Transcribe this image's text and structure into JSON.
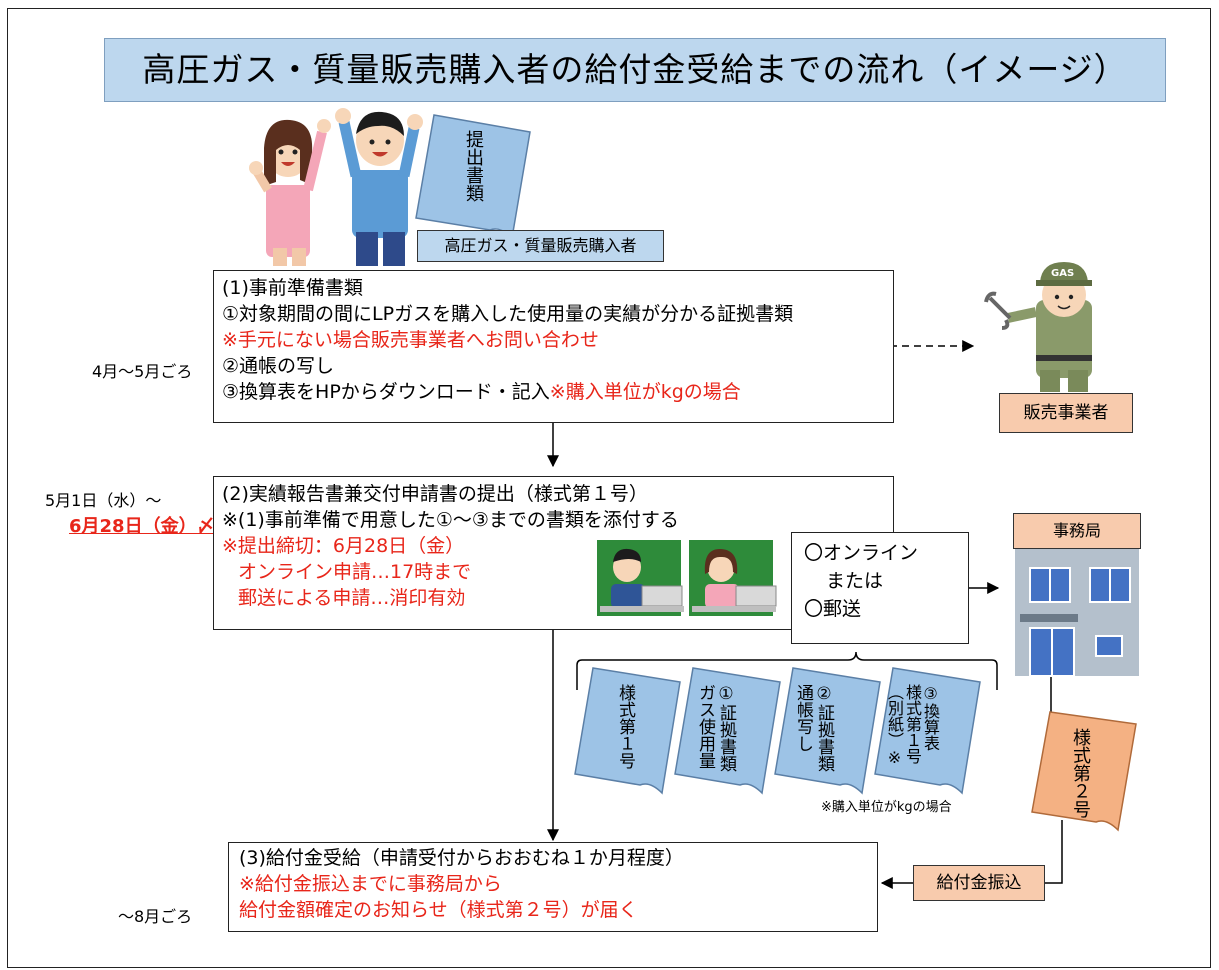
{
  "title": "高圧ガス・質量販売購入者の給付金受給までの流れ（イメージ）",
  "purchaser_label": "高圧ガス・質量販売購入者",
  "submit_doc_label": "提出書類",
  "step1": {
    "period": "4月～5月ごろ",
    "heading": "(1)事前準備書類",
    "line1": "①対象期間の間にLPガスを購入した使用量の実績が分かる証拠書類",
    "line2": "※手元にない場合販売事業者へお問い合わせ",
    "line3": "②通帳の写し",
    "line4": "③換算表をHPからダウンロード・記入",
    "line4_note": "※購入単位がkgの場合"
  },
  "dealer_label": "販売事業者",
  "step2": {
    "period_start": "5月1日（水）～",
    "period_end": "6月28日（金）〆",
    "heading": "(2)実績報告書兼交付申請書の提出（様式第１号）",
    "line1": "※(1)事前準備で用意した①～③までの書類を添付する",
    "line2": "※提出締切：6月28日（金）",
    "line3": "オンライン申請…17時まで",
    "line4": "郵送による申請…消印有効"
  },
  "method": {
    "online": "〇オンライン",
    "or": "または",
    "post": "〇郵送"
  },
  "office_label": "事務局",
  "docs": [
    {
      "lines": [
        "様式第１号"
      ]
    },
    {
      "lines": [
        "①証拠書類",
        "ガス使用量"
      ]
    },
    {
      "lines": [
        "②証拠書類",
        "通帳写し"
      ]
    },
    {
      "lines": [
        "③換算表",
        "様式第１号",
        "（別紙）※"
      ]
    }
  ],
  "docs_note": "※購入単位がkgの場合",
  "form2_label": "様式第２号",
  "transfer_label": "給付金振込",
  "step3": {
    "period": "～8月ごろ",
    "heading": "(3)給付金受給（申請受付からおおむね１か月程度）",
    "line1": "※給付金振込までに事務局から",
    "line2": "給付金額確定のお知らせ（様式第２号）が届く"
  },
  "colors": {
    "title_bg": "#bdd7ee",
    "doc_blue": "#9dc3e6",
    "doc_orange": "#f4b183",
    "tag_orange": "#f8cbad",
    "accent_red": "#e8261a"
  }
}
